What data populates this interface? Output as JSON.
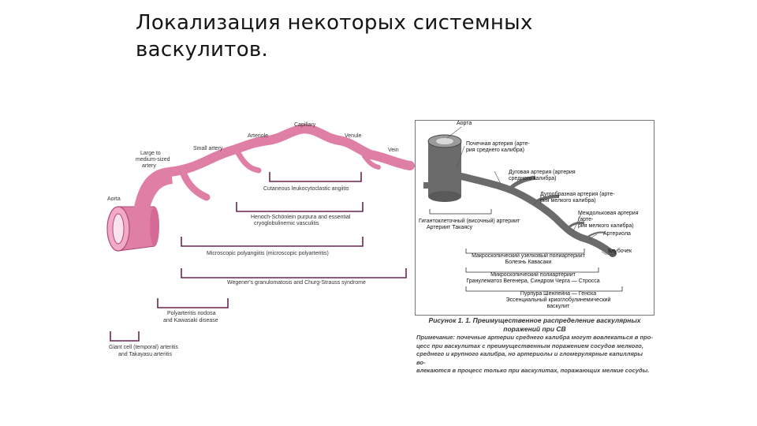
{
  "slide": {
    "title_line1": "Локализация некоторых системных",
    "title_line2": "васкулитов."
  },
  "left_figure": {
    "vessels": {
      "aorta": "Aorta",
      "large_artery": [
        "Large to",
        "medium-sized",
        "artery"
      ],
      "small_artery": "Small artery",
      "arteriole": "Arteriole",
      "capillary": "Capillary",
      "venule": "Venule",
      "vein": "Vein"
    },
    "diseases": {
      "cutaneous": "Cutaneous leukocytoclastic angiitis",
      "henoch": [
        "Henoch-Schönlein purpura and essential",
        "cryoglobulinemic vasculitis"
      ],
      "microscopic": "Microscopic polyangiitis (microscopic polyarteritis)",
      "wegener": "Wegener's granulomatosis and Churg-Strauss syndrome",
      "pan": [
        "Polyarteritis nodosa",
        "and Kawasaki disease"
      ],
      "giant_cell": [
        "Giant cell (temporal) arteritis",
        "and Takayasu arteritis"
      ]
    }
  },
  "right_figure": {
    "labels": {
      "aorta": "Аорта",
      "renal": [
        "Почечная артерия (арте-",
        "рия среднего калибра)"
      ],
      "arcuate": [
        "Дуговая артерия (артерия",
        "среднего калибра)"
      ],
      "interlobular": [
        "Дугообразная артерия (арте-",
        "рия мелкого калибра)"
      ],
      "afferent": [
        "Междольковая артерия (арте-",
        "рия мелкого калибра)"
      ],
      "arteriole": "Артериола",
      "glomerulus": "Клубочек",
      "giant_cell": [
        "Гигантоклеточный (височный) артериит",
        "Артериит Такаясу"
      ],
      "pan": [
        "Макроскопический узелковый полиартериит",
        "Болезнь Кавасаки"
      ],
      "micro": [
        "Микроскопический полиартериит",
        "Гранулематоз Вегенера, Синдром Черга — Стросса"
      ],
      "hsp": [
        "Пурпура Шенлейна — Геноха",
        "Эссенциальный криоглобулинемический",
        "васкулит"
      ]
    },
    "caption": [
      "Рисунок 1. 1. Преимущественное распределение васкулярных",
      "поражений при СВ"
    ],
    "note": [
      "Примечание: почечные артерии среднего калибра могут вовлекаться в про-",
      "цесс при васкулитах с преимущественным поражением сосудов мелкого,",
      "среднего и крупного калибра, но артериолы и гломерулярные капилляры во-",
      "влекаются в процесс только при васкулитах, поражающих мелкие сосуды."
    ]
  },
  "colors": {
    "vessel_pink": "#e07fa6",
    "vessel_dark": "#c25586",
    "bracket": "#6a2550",
    "artery_gray": "#6b6b6b"
  }
}
